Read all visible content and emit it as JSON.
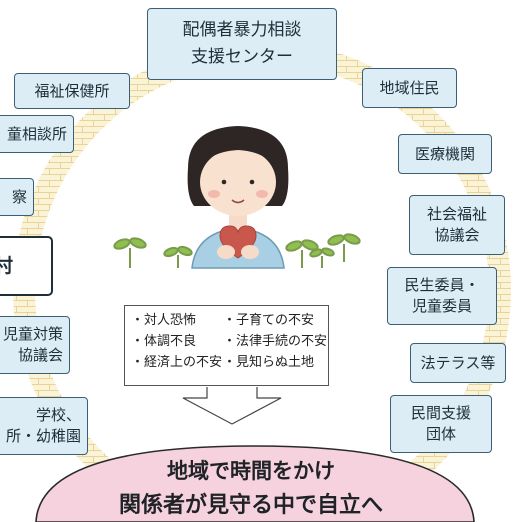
{
  "agencies": {
    "center": [
      "配偶者暴力相談",
      "支援センター"
    ],
    "welfare_office": "福祉保健所",
    "child_guidance": "童相談所",
    "police": "察",
    "municipality": "村",
    "child_council": [
      "児童対策",
      "協議会"
    ],
    "schools": [
      "学校、",
      "所・幼稚園"
    ],
    "residents": "地域住民",
    "medical": "医療機関",
    "social_welfare": [
      "社会福祉",
      "協議会"
    ],
    "commissioners": [
      "民生委員・",
      "児童委員"
    ],
    "houterasu": "法テラス等",
    "private_support": [
      "民間支援",
      "団体"
    ]
  },
  "concerns": [
    [
      "・対人恐怖",
      "・子育ての不安"
    ],
    [
      "・体調不良",
      "・法律手続の不安"
    ],
    [
      "・経済上の不安",
      "・見知らぬ土地"
    ]
  ],
  "goal": [
    "地域で時間をかけ",
    "関係者が見守る中で自立へ"
  ],
  "colors": {
    "box_fill": "#dcedf6",
    "box_border": "#3d5f74",
    "brick": "#f0dca0",
    "goal_fill": "#f6d2df",
    "heart": "#c9574c"
  }
}
